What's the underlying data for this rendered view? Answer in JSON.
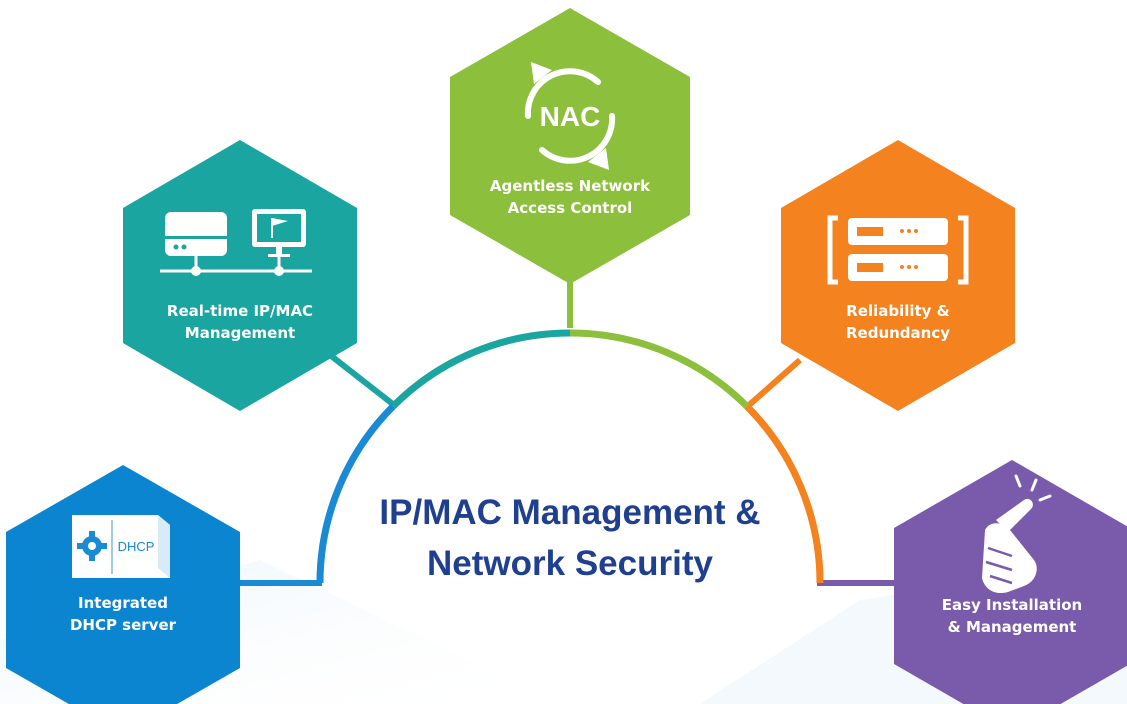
{
  "center": {
    "title_line1": "IP/MAC Management &",
    "title_line2": "Network Security"
  },
  "features": {
    "dhcp": {
      "line1": "Integrated",
      "line2": "DHCP server",
      "icon": "dhcp-server-icon",
      "icon_text": "DHCP",
      "color": "#0b85d0"
    },
    "ipmac": {
      "line1": "Real-time IP/MAC",
      "line2": "Management",
      "icon": "network-devices-icon",
      "color": "#1aa5a0"
    },
    "nac": {
      "line1": "Agentless Network",
      "line2": "Access Control",
      "icon": "nac-cycle-icon",
      "icon_text": "NAC",
      "color": "#8cc03c"
    },
    "reliability": {
      "line1": "Reliability &",
      "line2": "Redundancy",
      "icon": "redundant-servers-icon",
      "color": "#f3821f"
    },
    "install": {
      "line1": "Easy Installation",
      "line2": "& Management",
      "icon": "finger-snap-icon",
      "color": "#7a5aab"
    }
  },
  "colors": {
    "title": "#1f3f8f",
    "arc_blue": "#1a8ad4",
    "arc_teal": "#1aa5a0",
    "arc_green": "#8cc03c",
    "arc_orange": "#f3821f",
    "arc_purple": "#7a5aab"
  }
}
